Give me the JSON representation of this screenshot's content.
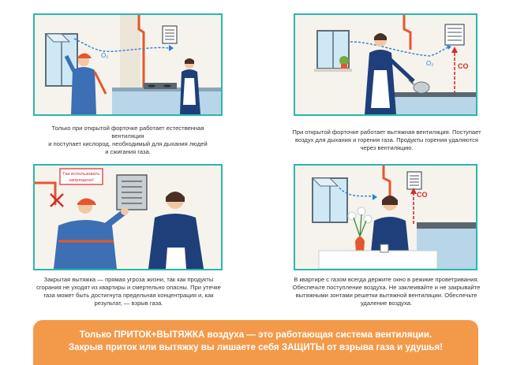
{
  "panels": [
    {
      "caption": [
        "Только при открытой форточке работает естественная вентиляция",
        "и поступает кислород, необходимый для дыхания людей",
        "и сжигания газа."
      ],
      "labels": {
        "o2": "O₂"
      }
    },
    {
      "caption": [
        "При открытой форточке работает вытяжная вентиляция. Поступает",
        "воздух для дыхания и горения газа. Продукты горения удаляются",
        "через вентиляцию."
      ],
      "labels": {
        "o2": "O₂",
        "co": "CO"
      }
    },
    {
      "caption": [
        "Закрытая вытяжка — прямая угроза жизни, так как продукты",
        "сгорания не уходят из квартиры и смертельно опасны. При утечке",
        "газа может быть достигнута предельная концентрация и, как",
        "результат, — взрыв газа."
      ],
      "labels": {
        "sign_line1": "Газ использовать",
        "sign_line2": "запрещено!"
      }
    },
    {
      "caption": [
        "В квартире с газом всегда держите окно в режиме проветривания.",
        "Обеспечьте поступление воздуха. Не заклеивайте и не закрывайте",
        "вытяжными зонтами решетки вытяжной вентиляции. Обеспечьте",
        "удаление воздуха."
      ],
      "labels": {
        "co": "CO"
      }
    }
  ],
  "banner": {
    "line1": "Только ПРИТОК+ВЫТЯЖКА воздуха — это работающая система вентиляции.",
    "line2": "Закрыв приток или вытяжку вы лишаете себя ЗАЩИТЫ от взрыва газа и удушья!"
  },
  "colors": {
    "frame": "#2bb6b0",
    "banner": "#f39a4a",
    "airflow": "#2a7fd4",
    "danger": "#d62b2b",
    "pipe": "#e4572e"
  }
}
